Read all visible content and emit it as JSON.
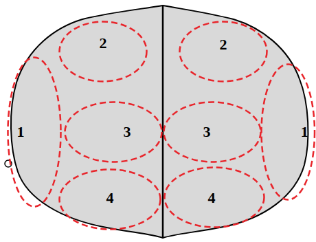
{
  "diagram": {
    "nodes": [
      {
        "text": [
          "2"
        ]
      },
      {
        "text": [
          "2"
        ]
      },
      {
        "text": [
          "1"
        ]
      },
      {
        "text": [
          "3"
        ]
      },
      {
        "text": [
          "3"
        ]
      },
      {
        "text": [
          "1"
        ]
      },
      {
        "text": [
          "4"
        ]
      },
      {
        "text": [
          "4"
        ]
      }
    ]
  }
}
